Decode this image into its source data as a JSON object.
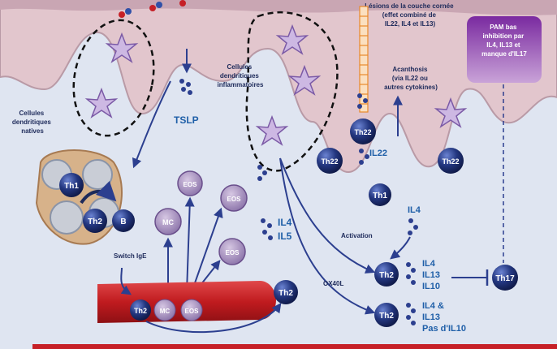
{
  "labels": {
    "lesions": [
      "Lésions de la couche cornée",
      "(effet combiné de",
      "IL22, IL4 et IL13)"
    ],
    "pam": [
      "PAM bas",
      "inhibition par",
      "IL4, IL13 et",
      "manque d'IL17"
    ],
    "cellules_inflammatoires": [
      "Cellules",
      "dendritiques",
      "inflammatoires"
    ],
    "cellules_natives": [
      "Cellules",
      "dendritiques",
      "natives"
    ],
    "acanthosis": [
      "Acanthosis",
      "(via IL22 ou",
      "autres cytokines)"
    ],
    "tslp": "TSLP",
    "il22": "IL22",
    "il4_il5": [
      "IL4",
      "IL5"
    ],
    "il4_top": "IL4",
    "activation": "Activation",
    "ox40l": "OX40L",
    "switch": "Switch IgE",
    "th2_cytokines": [
      "IL4",
      "IL13",
      "IL10"
    ],
    "th2b_cytokines": [
      "IL4 &",
      "IL13",
      "Pas d'IL10"
    ]
  },
  "cells": {
    "th1": "Th1",
    "th2": "Th2",
    "b": "B",
    "th22": "Th22",
    "th17": "Th17",
    "mc": "MC",
    "eos": "EOS"
  },
  "colors": {
    "skin": "#e2c6cd",
    "skin_edge": "#b99aa6",
    "dermis": "#dfe5f1",
    "cell_blue": "#1e2f7a",
    "arrow": "#2c3f8f",
    "vessel": "#c51d20"
  }
}
